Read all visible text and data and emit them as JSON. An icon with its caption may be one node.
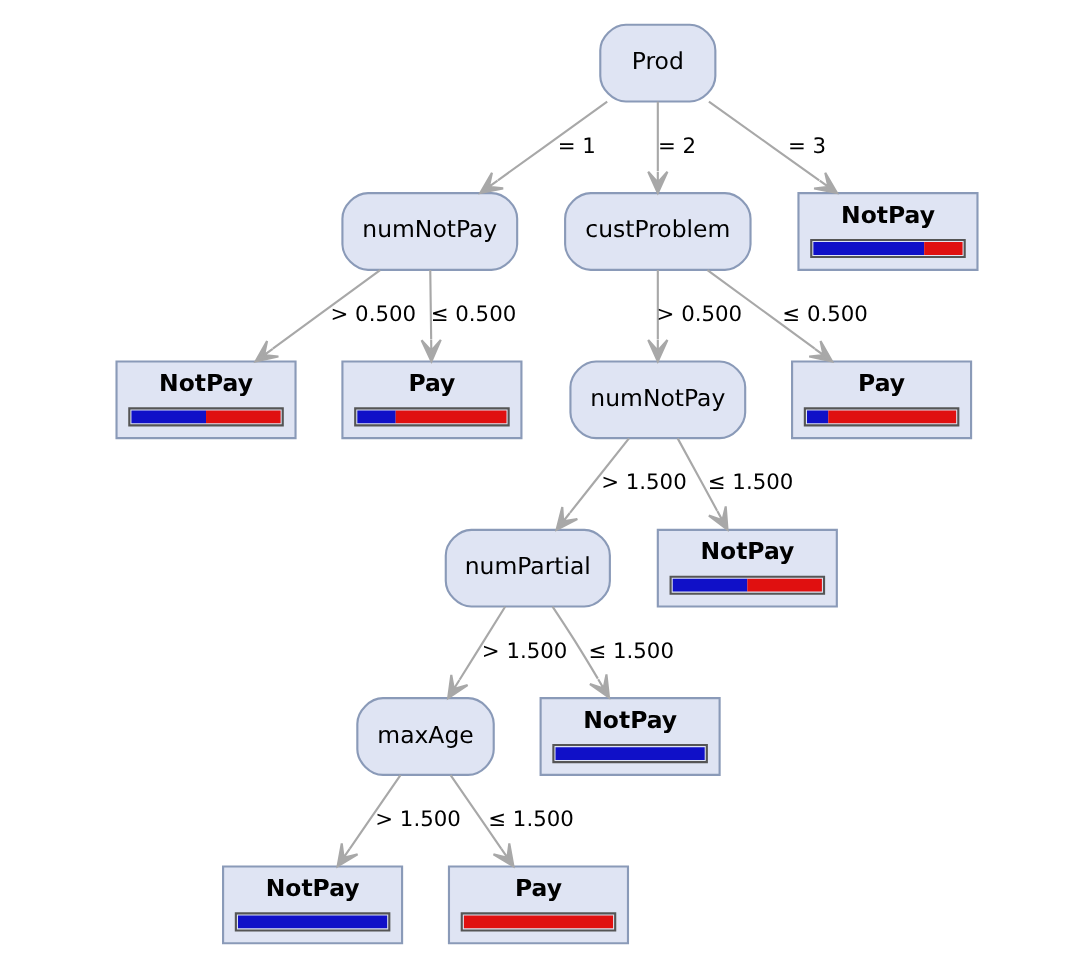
{
  "diagram": {
    "nodes": [
      {
        "text": [
          "Prod"
        ]
      },
      {
        "text": [
          "numNotPay"
        ]
      },
      {
        "text": [
          "custProblem"
        ]
      },
      {
        "text": [
          "NotPay"
        ]
      },
      {
        "text": [
          "NotPay"
        ]
      },
      {
        "text": [
          "Pay"
        ]
      },
      {
        "text": [
          "numNotPay"
        ]
      },
      {
        "text": [
          "Pay"
        ]
      },
      {
        "text": [
          "numPartial"
        ]
      },
      {
        "text": [
          "NotPay"
        ]
      },
      {
        "text": [
          "maxAge"
        ]
      },
      {
        "text": [
          "NotPay"
        ]
      },
      {
        "text": [
          "NotPay"
        ]
      },
      {
        "text": [
          "Pay"
        ]
      }
    ],
    "edges": [
      {
        "from": 0,
        "to": 1,
        "arrow": "to",
        "label": "= 1"
      },
      {
        "from": 0,
        "to": 2,
        "arrow": "to",
        "label": "= 2"
      },
      {
        "from": 0,
        "to": 3,
        "arrow": "to",
        "label": "= 3"
      },
      {
        "from": 1,
        "to": 4,
        "arrow": "to",
        "label": "> 0.500"
      },
      {
        "from": 1,
        "to": 5,
        "arrow": "to",
        "label": "≤ 0.500"
      },
      {
        "from": 2,
        "to": 6,
        "arrow": "to",
        "label": "> 0.500"
      },
      {
        "from": 2,
        "to": 7,
        "arrow": "to",
        "label": "≤ 0.500"
      },
      {
        "from": 6,
        "to": 8,
        "arrow": "to",
        "label": "> 1.500"
      },
      {
        "from": 6,
        "to": 9,
        "arrow": "to",
        "label": "≤ 1.500"
      },
      {
        "from": 8,
        "to": 10,
        "arrow": "to",
        "label": "> 1.500"
      },
      {
        "from": 8,
        "to": 11,
        "arrow": "to",
        "label": "≤ 1.500"
      },
      {
        "from": 10,
        "to": 12,
        "arrow": "to",
        "label": "> 1.500"
      },
      {
        "from": 10,
        "to": 13,
        "arrow": "to",
        "label": "≤ 1.500"
      }
    ]
  }
}
